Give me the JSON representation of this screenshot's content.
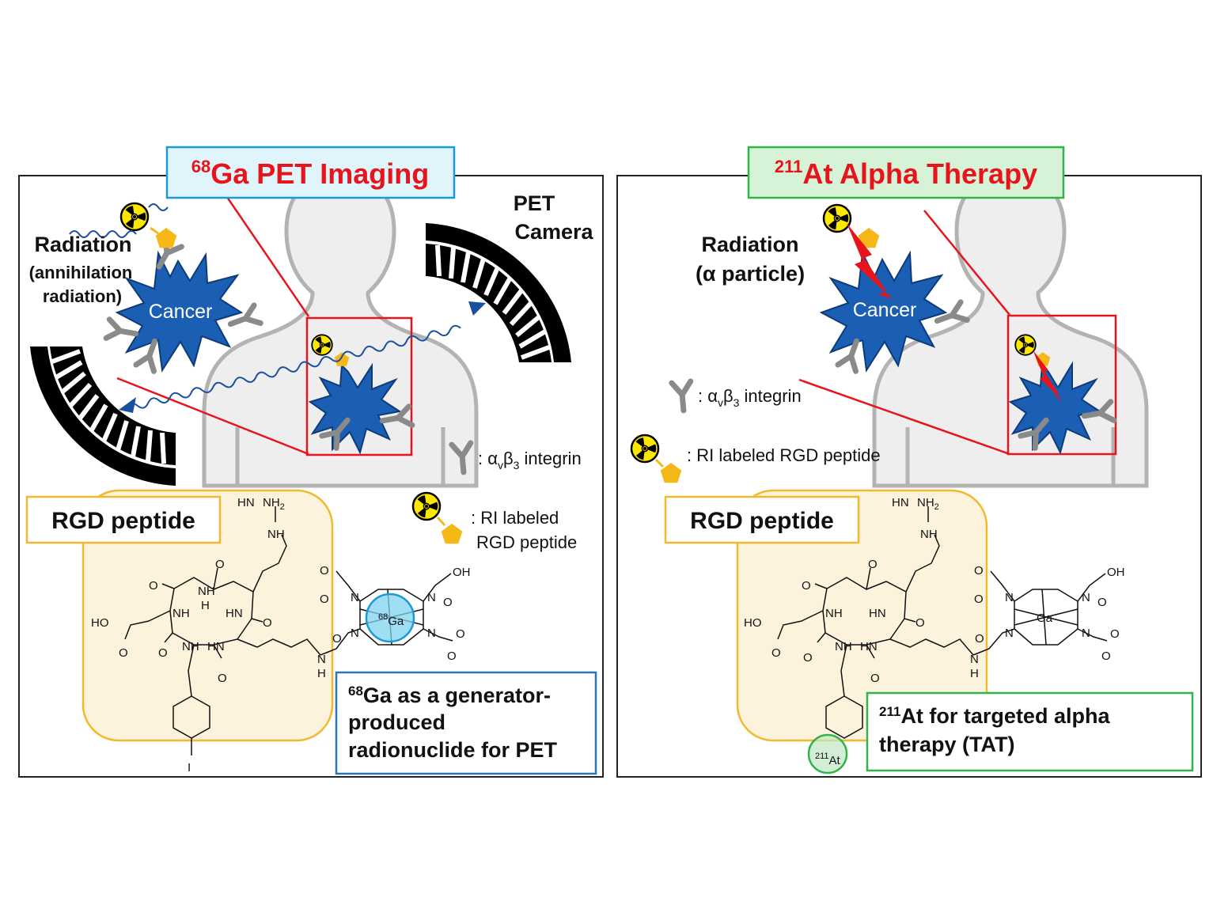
{
  "left_panel": {
    "title_sup": "68",
    "title_main": "Ga PET Imaging",
    "pet_camera_line1": "PET",
    "pet_camera_line2": "Camera",
    "radiation_line1": "Radiation",
    "radiation_line2": "(annihilation",
    "radiation_line3": "radiation)",
    "cancer_label": "Cancer",
    "integrin_prefix": ": α",
    "integrin_sub_v": "v",
    "integrin_beta": "β",
    "integrin_sub_3": "3",
    "integrin_suffix": " integrin",
    "ri_line1": ": RI labeled",
    "ri_line2": "RGD peptide",
    "rgd_label": "RGD peptide",
    "metal_sup": "68",
    "metal_symbol": "Ga",
    "halogen": "I",
    "info_sup": "68",
    "info_line1": "Ga as a generator-",
    "info_line2": "produced",
    "info_line3": "radionuclide for PET"
  },
  "right_panel": {
    "title_sup": "211",
    "title_main": "At Alpha Therapy",
    "radiation_line1": "Radiation",
    "radiation_line2": "(α particle)",
    "cancer_label": "Cancer",
    "integrin_prefix": ": α",
    "integrin_sub_v": "v",
    "integrin_beta": "β",
    "integrin_sub_3": "3",
    "integrin_suffix": " integrin",
    "ri_line1": ": RI labeled RGD peptide",
    "rgd_label": "RGD peptide",
    "metal_symbol": "Ga",
    "astatine_sup": "211",
    "astatine_symbol": "At",
    "info_sup": "211",
    "info_line1": "At for targeted alpha",
    "info_line2": "therapy (TAT)"
  },
  "chem_labels": {
    "hn": "HN",
    "nh2": "NH",
    "nh2_sub": "2",
    "nh": "NH",
    "o": "O",
    "oh": "OH",
    "ho": "HO",
    "h": "H",
    "n": "N",
    "hn_amide": "HN",
    "nh_amide": "NH"
  },
  "colors": {
    "title_red": "#e8141c",
    "left_title_bg": "#dff4fb",
    "left_title_border": "#1a9ad6",
    "right_title_bg": "#d6f3d8",
    "right_title_border": "#2fb34a",
    "rgd_bg": "#fdf3dc",
    "rgd_border": "#f2b92e",
    "cancer_blue": "#1a5fb4",
    "body_gray": "#eeeeee",
    "integrin_gray": "#8a8a8a",
    "pentagon_yellow": "#f6b817",
    "trefoil_yellow": "#ffe800",
    "ga_circle": "#7fd3ef",
    "at_circle": "#bfe8c4",
    "info_left_border": "#2a77b8",
    "info_right_border": "#2fb34a"
  }
}
